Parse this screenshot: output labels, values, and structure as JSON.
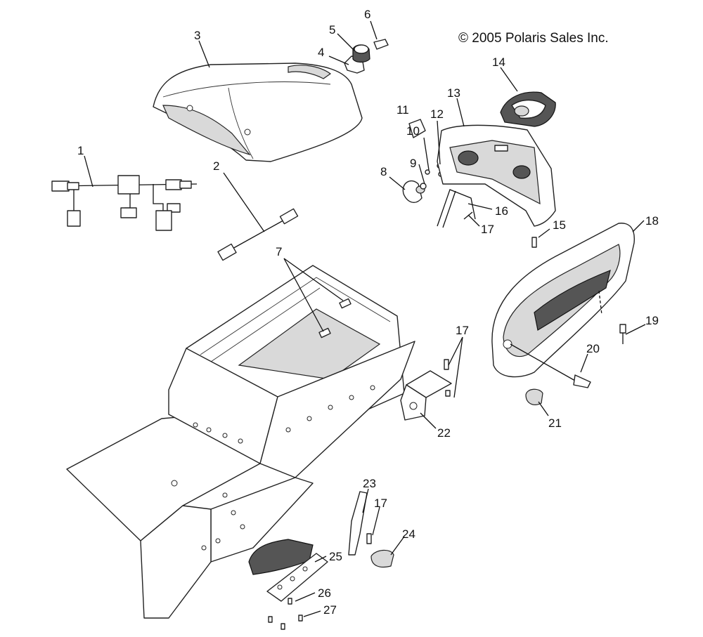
{
  "copyright": "© 2005 Polaris Sales Inc.",
  "callouts": [
    {
      "id": "1",
      "label": "1"
    },
    {
      "id": "2",
      "label": "2"
    },
    {
      "id": "3",
      "label": "3"
    },
    {
      "id": "4",
      "label": "4"
    },
    {
      "id": "5",
      "label": "5"
    },
    {
      "id": "6",
      "label": "6"
    },
    {
      "id": "7",
      "label": "7"
    },
    {
      "id": "8",
      "label": "8"
    },
    {
      "id": "9",
      "label": "9"
    },
    {
      "id": "10",
      "label": "10"
    },
    {
      "id": "11",
      "label": "11"
    },
    {
      "id": "12",
      "label": "12"
    },
    {
      "id": "13",
      "label": "13"
    },
    {
      "id": "14",
      "label": "14"
    },
    {
      "id": "15",
      "label": "15"
    },
    {
      "id": "16",
      "label": "16"
    },
    {
      "id": "17a",
      "label": "17"
    },
    {
      "id": "18",
      "label": "18"
    },
    {
      "id": "19",
      "label": "19"
    },
    {
      "id": "20",
      "label": "20"
    },
    {
      "id": "21",
      "label": "21"
    },
    {
      "id": "17b",
      "label": "17"
    },
    {
      "id": "22",
      "label": "22"
    },
    {
      "id": "23",
      "label": "23"
    },
    {
      "id": "17c",
      "label": "17"
    },
    {
      "id": "24",
      "label": "24"
    },
    {
      "id": "25",
      "label": "25"
    },
    {
      "id": "26",
      "label": "26"
    },
    {
      "id": "27",
      "label": "27"
    }
  ]
}
